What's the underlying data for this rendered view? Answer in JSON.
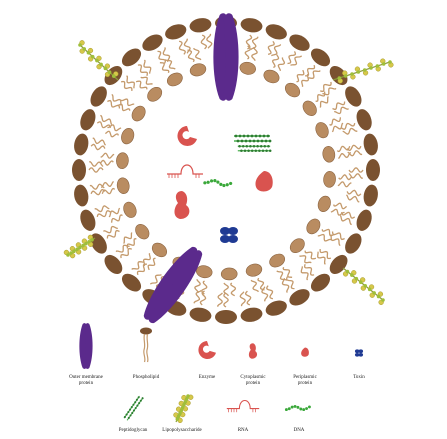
{
  "legend": {
    "row1": [
      {
        "key": "omp",
        "lines": [
          "Outer membrane",
          "protein"
        ]
      },
      {
        "key": "phospholipid",
        "lines": [
          "Phospholipid"
        ]
      },
      {
        "key": "enzyme",
        "lines": [
          "Enzyme"
        ]
      },
      {
        "key": "cytoplasmic",
        "lines": [
          "Cytoplasmic",
          "protein"
        ]
      },
      {
        "key": "periplasmic",
        "lines": [
          "Periplasmic",
          "protein"
        ]
      },
      {
        "key": "toxin",
        "lines": [
          "Toxin"
        ]
      }
    ],
    "row2": [
      {
        "key": "peptidoglycan",
        "lines": [
          "Peptidoglycan"
        ]
      },
      {
        "key": "lps",
        "lines": [
          "Lipopolysaccharide"
        ]
      },
      {
        "key": "rna",
        "lines": [
          "RNA"
        ]
      },
      {
        "key": "dna",
        "lines": [
          "DNA"
        ]
      }
    ]
  },
  "colors": {
    "phospholipid_head": "#7a5230",
    "phospholipid_head_inner": "#b98c61",
    "phospholipid_tail": "#c49a6c",
    "omp": "#5b2a8c",
    "enzyme": "#d9534f",
    "cytoplasmic": "#d9534f",
    "periplasmic": "#d9534f",
    "toxin": "#1f3a93",
    "peptidoglycan": "#4caf50",
    "lps": "#d6c84a",
    "rna": "#d9534f",
    "dna": "#3aa83a"
  }
}
